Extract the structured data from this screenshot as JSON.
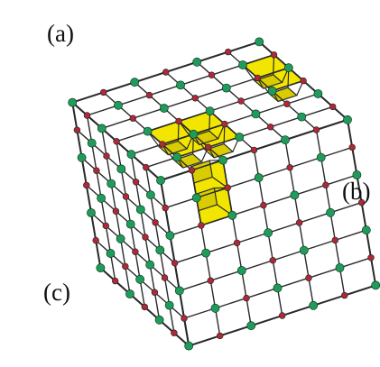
{
  "figure": {
    "labels": {
      "a": "(a)",
      "b": "(b)",
      "c": "(c)"
    },
    "lattice": {
      "cells_per_edge": 6,
      "removed_cells": [
        {
          "label": "a",
          "face": "top",
          "cells": [
            [
              1,
              1
            ],
            [
              1,
              2
            ],
            [
              2,
              1
            ],
            [
              2,
              2
            ]
          ]
        },
        {
          "label": "b",
          "face": "top",
          "cells": [
            [
              3,
              5
            ],
            [
              4,
              5
            ]
          ]
        },
        {
          "label": "c",
          "face": "front",
          "cells": [
            [
              0,
              1
            ],
            [
              1,
              1
            ]
          ]
        }
      ]
    },
    "colors": {
      "face": "#ffffff",
      "edge": "#2a2a2a",
      "vacancy_fill": "#f2e600",
      "vacancy_shade": "#d9cc00",
      "green_atom": "#1f9b5a",
      "red_atom": "#b3263a"
    }
  }
}
